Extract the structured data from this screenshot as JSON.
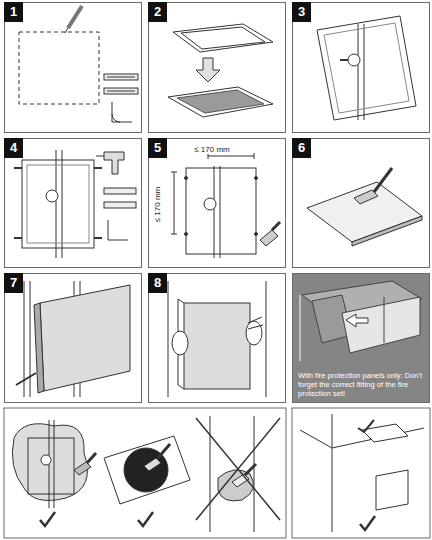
{
  "diagram": {
    "nodes": [
      {
        "text": [
          "1"
        ]
      },
      {
        "text": [
          "2"
        ]
      },
      {
        "text": [
          "3"
        ]
      },
      {
        "text": [
          "4"
        ]
      },
      {
        "text": [
          "5"
        ]
      },
      {
        "text": [
          "6"
        ]
      },
      {
        "text": [
          "7"
        ]
      },
      {
        "text": [
          "8"
        ]
      },
      {
        "text": [
          "With fire protection panels only: Don't forget the correct fitting of the fire protection set!"
        ]
      }
    ],
    "labels": [
      "≤ 170 mm",
      "≤ 170 mm"
    ]
  }
}
